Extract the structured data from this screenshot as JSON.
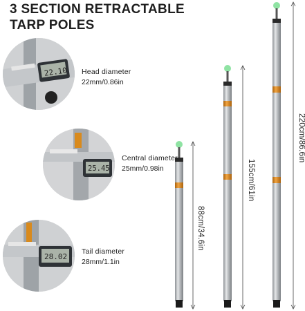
{
  "title": {
    "line1": "3 SECTION RETRACTABLE",
    "line2": "TARP POLES"
  },
  "specs": [
    {
      "name": "Head diameter",
      "value": "22mm/0.86in",
      "reading": "22.10"
    },
    {
      "name": "Central diameter",
      "value": "25mm/0.98in",
      "reading": "25.45"
    },
    {
      "name": "Tail diameter",
      "value": "28mm/1.1in",
      "reading": "28.02"
    }
  ],
  "poles": [
    {
      "length_label": "88cm/34.6in"
    },
    {
      "length_label": "155cm/61in"
    },
    {
      "length_label": "220cm/86.6in"
    }
  ],
  "colors": {
    "pole_silver": "#b9bcbf",
    "joint_orange": "#d98a1c",
    "tip_green": "#8fe3a3",
    "foot_black": "#1b1b1b"
  }
}
